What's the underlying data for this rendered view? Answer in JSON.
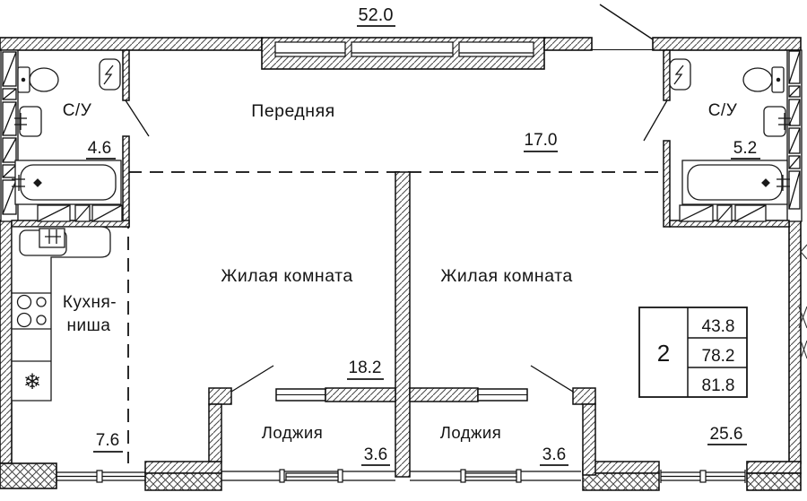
{
  "plan": {
    "total_dimension": "52.0",
    "rooms": {
      "hall": {
        "name": "Передняя",
        "area": "17.0"
      },
      "bath_left": {
        "name": "С/У",
        "area": "4.6"
      },
      "bath_right": {
        "name": "С/У",
        "area": "5.2"
      },
      "kitchen": {
        "name_line1": "Кухня-",
        "name_line2": "ниша",
        "area": "7.6"
      },
      "living_left": {
        "name": "Жилая комната",
        "area": "18.2"
      },
      "living_right": {
        "name": "Жилая комната",
        "area": "25.6"
      },
      "loggia_left": {
        "name": "Лоджия",
        "area": "3.6"
      },
      "loggia_right": {
        "name": "Лоджия",
        "area": "3.6"
      }
    },
    "stamp": {
      "rooms": "2",
      "living_area": "43.8",
      "area_no_loggia": "78.2",
      "total_area": "81.8"
    },
    "icons": {
      "snowflake": "❄"
    },
    "colors": {
      "line": "#141414",
      "hatch": "#474747",
      "background": "#ffffff"
    }
  }
}
